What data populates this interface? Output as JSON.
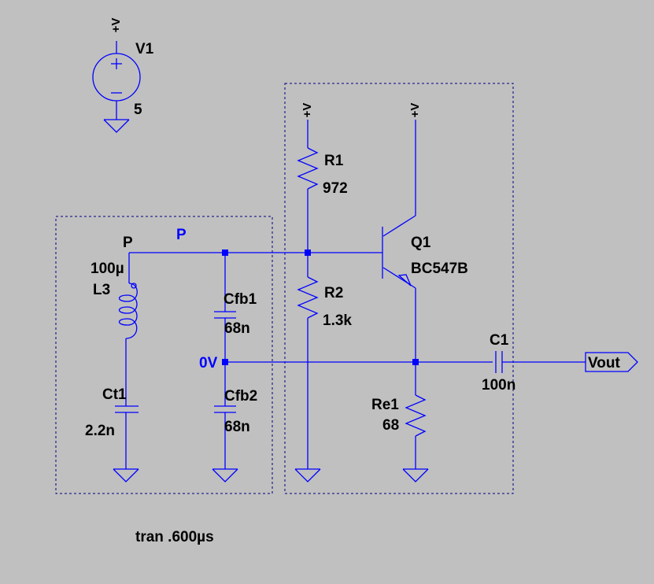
{
  "colors": {
    "background": "#c0c0c0",
    "wire": "#0000ff",
    "text": "#000000",
    "box": "#000080"
  },
  "supply": {
    "symbol": "+V",
    "polarity_plus": "+",
    "polarity_minus": "−"
  },
  "v1": {
    "name": "V1",
    "value": "5"
  },
  "r1": {
    "name": "R1",
    "value": "972"
  },
  "r2": {
    "name": "R2",
    "value": "1.3k"
  },
  "q1": {
    "name": "Q1",
    "value": "BC547B"
  },
  "l3": {
    "name": "L3",
    "value": "100µ",
    "node": "P"
  },
  "ct1": {
    "name": "Ct1",
    "value": "2.2n"
  },
  "cfb1": {
    "name": "Cfb1",
    "value": "68n"
  },
  "cfb2": {
    "name": "Cfb2",
    "value": "68n"
  },
  "re1": {
    "name": "Re1",
    "value": "68"
  },
  "c1": {
    "name": "C1",
    "value": "100n"
  },
  "nets": {
    "p": "P",
    "zero_v": "0V"
  },
  "output_port": {
    "label": "Vout"
  },
  "directive": {
    "text": "tran .600µs"
  }
}
